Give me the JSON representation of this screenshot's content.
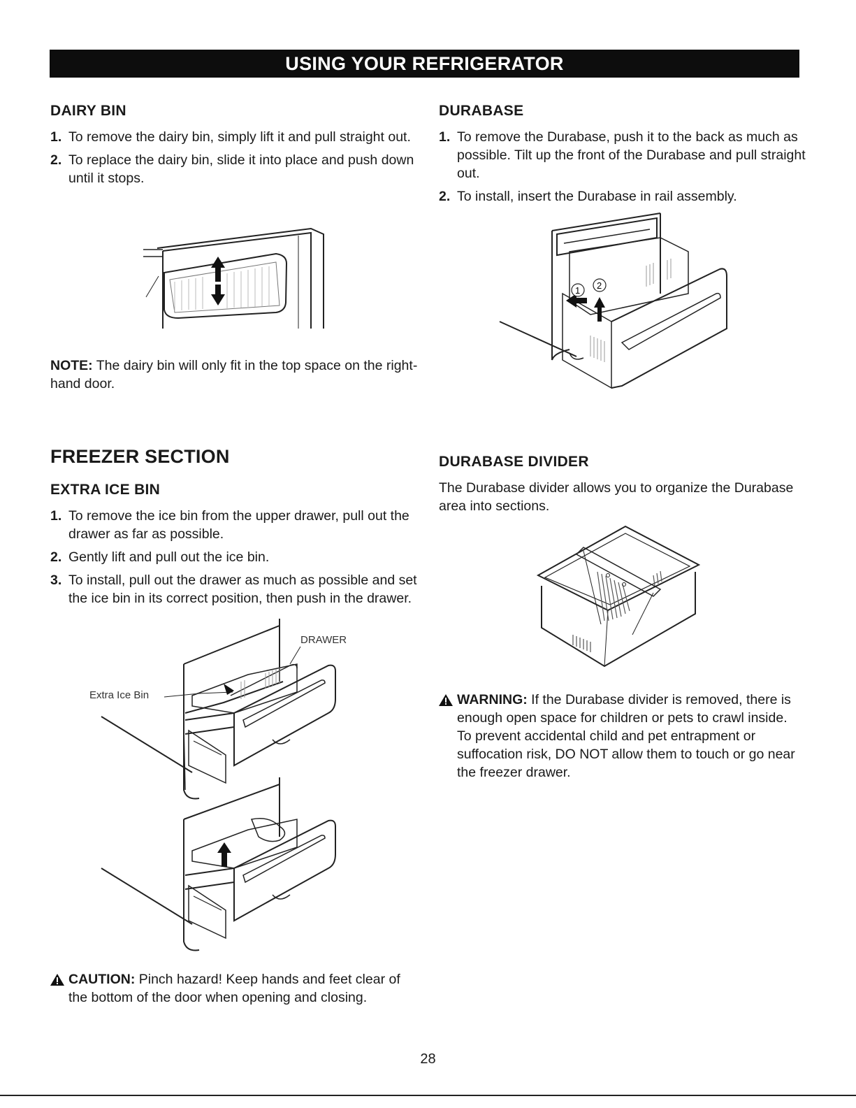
{
  "header": {
    "title": "USING YOUR REFRIGERATOR"
  },
  "dairy_bin": {
    "heading": "DAIRY BIN",
    "steps": [
      {
        "num": "1.",
        "text": "To remove the dairy bin, simply lift it and pull straight out."
      },
      {
        "num": "2.",
        "text": "To replace the dairy bin, slide it into place and push down until it stops."
      }
    ],
    "note_label": "NOTE:",
    "note_text": " The dairy bin will only fit in the top space on the right-hand door."
  },
  "durabase": {
    "heading": "DURABASE",
    "steps": [
      {
        "num": "1.",
        "text": "To remove the Durabase, push it to the back as much as possible. Tilt up the front of the Durabase and pull straight out."
      },
      {
        "num": "2.",
        "text": "To install, insert the Durabase in rail assembly."
      }
    ],
    "figure_markers": [
      "1",
      "2"
    ]
  },
  "freezer": {
    "heading": "FREEZER SECTION",
    "subheading": "EXTRA ICE BIN",
    "steps": [
      {
        "num": "1.",
        "text": "To remove the ice bin from the upper drawer, pull out the drawer as far as possible."
      },
      {
        "num": "2.",
        "text": "Gently lift and pull out the ice bin."
      },
      {
        "num": "3.",
        "text": "To install, pull out the drawer as much as possible and set the ice bin in its correct position, then push in the drawer."
      }
    ],
    "callout_drawer": "DRAWER",
    "callout_ice_bin": "Extra Ice Bin",
    "caution_label": "CAUTION:",
    "caution_text": " Pinch hazard! Keep hands and feet clear of the bottom of the door when opening and closing."
  },
  "durabase_divider": {
    "heading": "DURABASE DIVIDER",
    "text": "The Durabase divider allows you to organize the Durabase area into sections.",
    "warning_label": "WARNING:",
    "warning_text": " If the Durabase divider is removed, there is enough open space for children or pets to crawl inside.",
    "warning_text2": "To prevent accidental child and pet entrapment or suffocation risk, DO NOT allow them to touch or go near the freezer drawer."
  },
  "footer": {
    "page_number": "28"
  }
}
